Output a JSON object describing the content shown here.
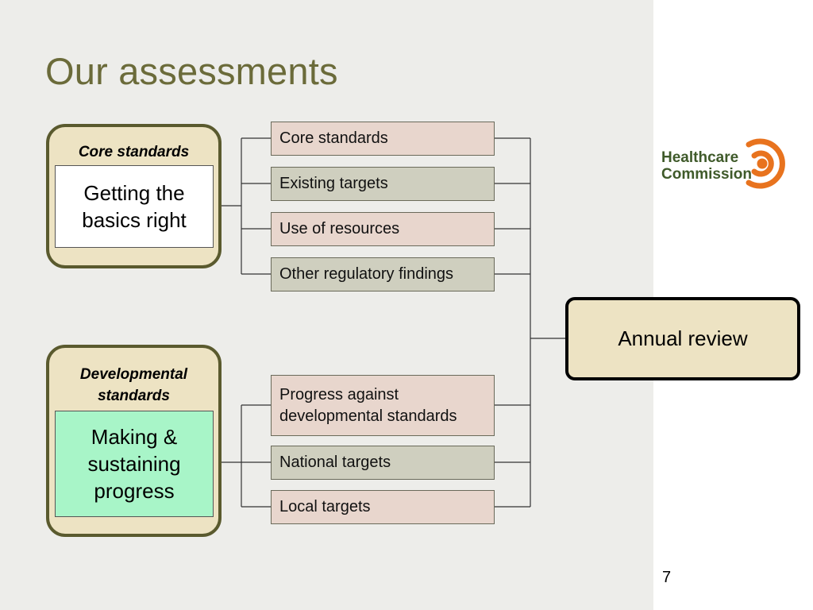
{
  "slide": {
    "title": "Our assessments",
    "page_number": "7"
  },
  "groups": {
    "core": {
      "title": "Core standards",
      "box_text": "Getting the basics right"
    },
    "developmental": {
      "title": "Developmental standards",
      "box_text": "Making & sustaining progress"
    }
  },
  "core_items": [
    "Core standards",
    "Existing targets",
    "Use of resources",
    "Other regulatory findings"
  ],
  "developmental_items": [
    "Progress against developmental standards",
    "National targets",
    "Local targets"
  ],
  "outcome": {
    "label": "Annual review"
  },
  "logo": {
    "line1": "Healthcare",
    "line2": "Commission"
  },
  "colors": {
    "title": "#6b6b3a",
    "group_fill": "#ede3c3",
    "group_border": "#5a5a2e",
    "item_pink": "#e8d6cd",
    "item_grey": "#cfcfbf",
    "developmental_inner": "#a8f5c8",
    "logo_orange": "#e8731e",
    "logo_text": "#3f5a2a"
  }
}
